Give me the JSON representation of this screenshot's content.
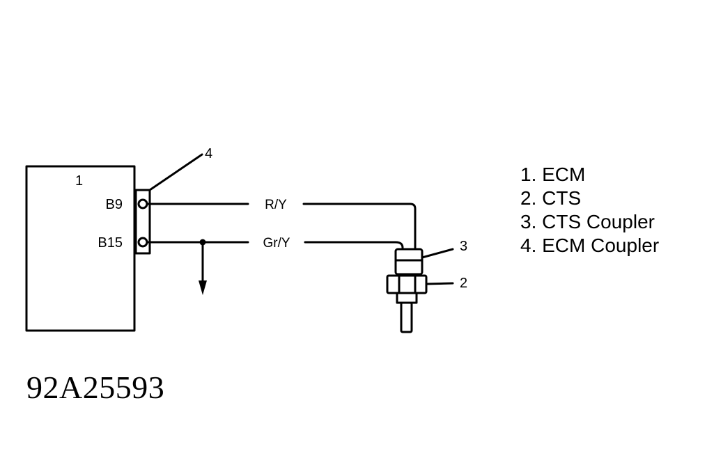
{
  "diagram": {
    "callouts": {
      "ecm": "1",
      "cts": "2",
      "cts_coupler": "3",
      "ecm_coupler": "4"
    },
    "pins": {
      "b9": "B9",
      "b15": "B15"
    },
    "wires": {
      "upper": "R/Y",
      "lower": "Gr/Y"
    }
  },
  "legend": {
    "items": [
      "1. ECM",
      "2. CTS",
      "3. CTS Coupler",
      "4. ECM Coupler"
    ]
  },
  "figure_id": "92A25593"
}
